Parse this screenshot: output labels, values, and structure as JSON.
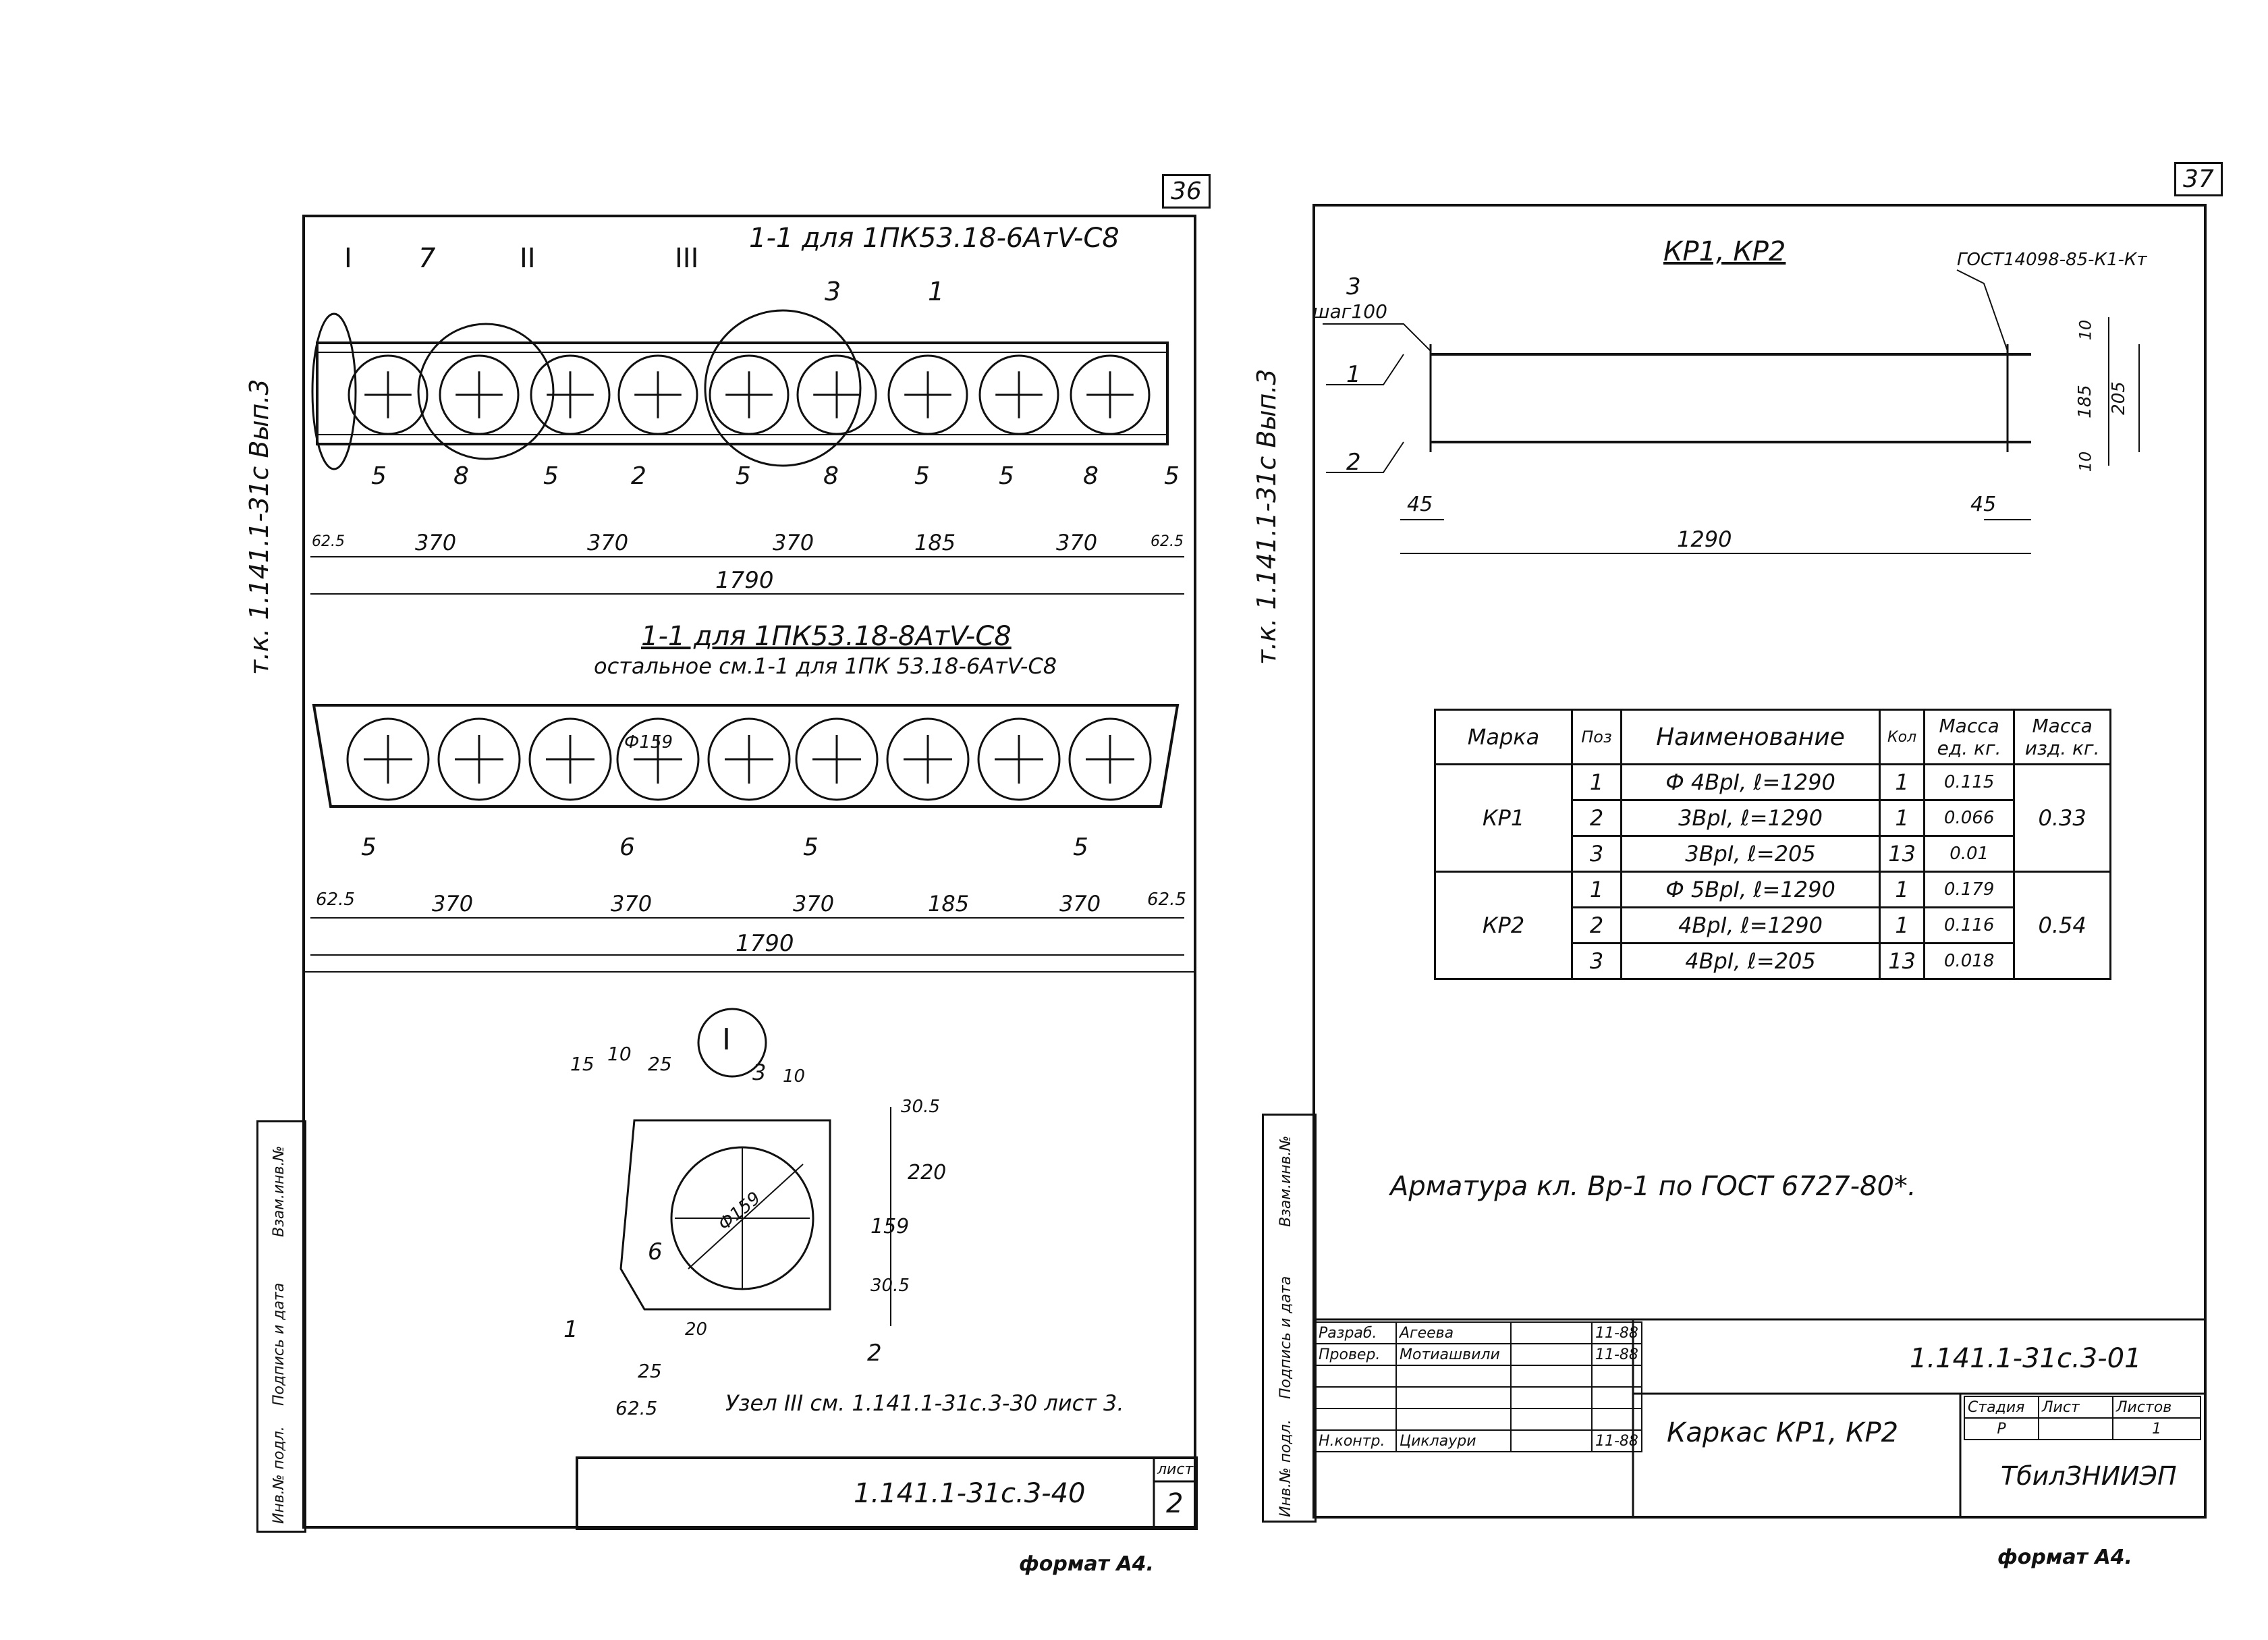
{
  "left_sheet": {
    "page_number": "36",
    "side_code": "т.к. 1.141.1-31с  Вып.3",
    "section1_title": "1-1  для  1ПК53.18-6АтV-С8",
    "node_marks": [
      "I",
      "7",
      "II",
      "III",
      "3",
      "1"
    ],
    "position_labels": [
      "5",
      "8",
      "5",
      "2",
      "5",
      "8",
      "5",
      "5",
      "8",
      "5"
    ],
    "dims1": [
      "62.5",
      "370",
      "370",
      "370",
      "185",
      "370",
      "62.5"
    ],
    "total1": "1790",
    "section2_title": "1-1  для  1ПК53.18-8АтV-С8",
    "section2_subtitle": "остальное  см.1-1 для 1ПК 53.18-6АтV-С8",
    "hole_label": "Ф159",
    "section2_labels": [
      "5",
      "6",
      "5",
      "5"
    ],
    "dims2": [
      "62.5",
      "370",
      "370",
      "370",
      "185",
      "370",
      "62.5"
    ],
    "total2": "1790",
    "node_title": "I",
    "node_dims": [
      "15",
      "10",
      "25",
      "3",
      "10",
      "30.5",
      "220",
      "159",
      "30.5",
      "20",
      "25",
      "62.5"
    ],
    "node_labels": [
      "6",
      "1",
      "2"
    ],
    "node_hole": "Ф159",
    "node_ref": "Узел III см. 1.141.1-31с.3-30 лист 3.",
    "doc_code": "1.141.1-31с.3-40",
    "sheet_label": "лист",
    "sheet_no": "2",
    "format": "формат А4.",
    "stamp_cells": [
      "Инв.№ подл.",
      "Подпись и дата",
      "Взам.инв.№"
    ]
  },
  "right_sheet": {
    "page_number": "37",
    "side_code": "т.к. 1.141.1-31с  Вып.3",
    "title": "КР1, КР2",
    "gost_ref": "ГОСТ14098-85-К1-Кт",
    "labels": [
      "3",
      "шаг100",
      "1",
      "2"
    ],
    "dims": [
      "10",
      "185",
      "205",
      "10",
      "45",
      "45",
      "1290"
    ],
    "spec_headers": [
      "Марка",
      "Поз",
      "Наименование",
      "Кол",
      "Масса ед. кг.",
      "Масса изд. кг."
    ],
    "spec_rows": [
      {
        "mark": "КР1",
        "pos": "1",
        "name": "Ф 4ВрI,  ℓ=1290",
        "qty": "1",
        "unit_mass": "0.115",
        "total_mass": "0.33"
      },
      {
        "mark": "",
        "pos": "2",
        "name": "3ВрI,  ℓ=1290",
        "qty": "1",
        "unit_mass": "0.066",
        "total_mass": ""
      },
      {
        "mark": "",
        "pos": "3",
        "name": "3ВрI,  ℓ=205",
        "qty": "13",
        "unit_mass": "0.01",
        "total_mass": ""
      },
      {
        "mark": "КР2",
        "pos": "1",
        "name": "Ф 5ВрI,  ℓ=1290",
        "qty": "1",
        "unit_mass": "0.179",
        "total_mass": "0.54"
      },
      {
        "mark": "",
        "pos": "2",
        "name": "4ВрI,  ℓ=1290",
        "qty": "1",
        "unit_mass": "0.116",
        "total_mass": ""
      },
      {
        "mark": "",
        "pos": "3",
        "name": "4ВрI,  ℓ=205",
        "qty": "13",
        "unit_mass": "0.018",
        "total_mass": ""
      }
    ],
    "note": "Арматура  кл. Вр-1  по  ГОСТ 6727-80*.",
    "titleblock": {
      "roles": [
        "Разраб.",
        "Провер.",
        "",
        "",
        "",
        "Н.контр."
      ],
      "names": [
        "Агеева",
        "Мотиашвили",
        "",
        "",
        "",
        "Циклаури"
      ],
      "dates": [
        "11-88",
        "11-88",
        "",
        "",
        "",
        "11-88"
      ],
      "doc_code": "1.141.1-31с.3-01",
      "name": "Каркас  КР1, КР2",
      "stage_h": "Стадия",
      "sheet_h": "Лист",
      "sheets_h": "Листов",
      "stage": "Р",
      "sheets": "1",
      "org": "ТбилЗНИИЭП"
    },
    "format": "формат А4.",
    "stamp_cells": [
      "Инв.№ подл.",
      "Подпись и дата",
      "Взам.инв.№"
    ]
  }
}
